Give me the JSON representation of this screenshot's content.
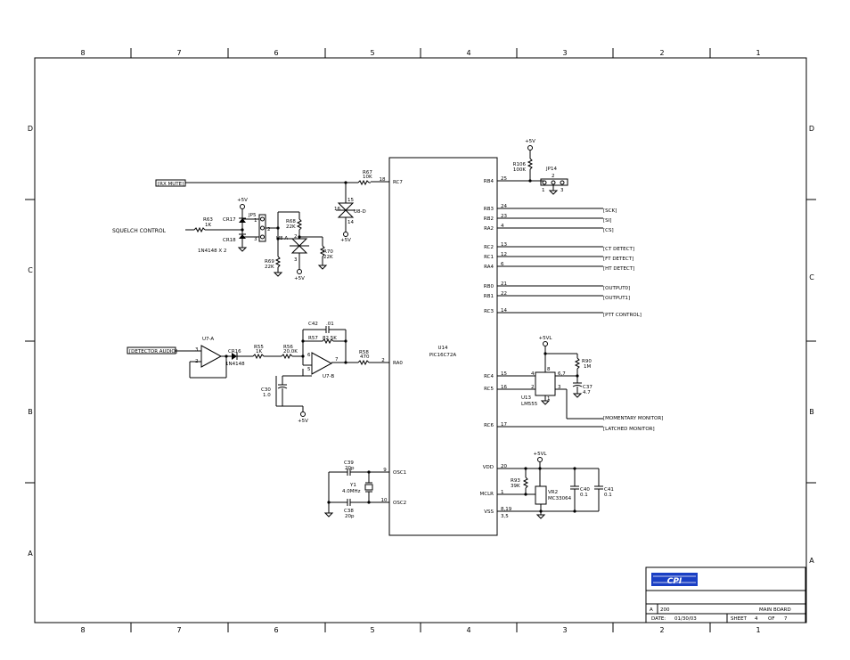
{
  "border": {
    "top_cols": [
      "8",
      "7",
      "6",
      "5",
      "4",
      "3",
      "2",
      "1"
    ],
    "bottom_cols": [
      "8",
      "7",
      "6",
      "5",
      "4",
      "3",
      "2",
      "1"
    ],
    "left_rows": [
      "D",
      "C",
      "B",
      "A"
    ],
    "right_rows": [
      "D",
      "C",
      "B",
      "A"
    ]
  },
  "ic": {
    "ref": "U14",
    "part": "PIC16C72A",
    "left_pins": [
      {
        "num": "18",
        "name": "RC7"
      },
      {
        "num": "2",
        "name": "RA0"
      },
      {
        "num": "9",
        "name": "OSC1"
      },
      {
        "num": "10",
        "name": "OSC2"
      }
    ],
    "right_pins": [
      {
        "num": "25",
        "name": "RB4"
      },
      {
        "num": "24",
        "name": "RB3"
      },
      {
        "num": "23",
        "name": "RB2"
      },
      {
        "num": "4",
        "name": "RA2"
      },
      {
        "num": "13",
        "name": "RC2"
      },
      {
        "num": "12",
        "name": "RC1"
      },
      {
        "num": "6",
        "name": "RA4"
      },
      {
        "num": "21",
        "name": "RB0"
      },
      {
        "num": "22",
        "name": "RB1"
      },
      {
        "num": "14",
        "name": "RC3"
      },
      {
        "num": "15",
        "name": "RC4"
      },
      {
        "num": "16",
        "name": "RC5"
      },
      {
        "num": "17",
        "name": "RC6"
      },
      {
        "num": "20",
        "name": "VDD"
      },
      {
        "num": "1",
        "name": "MCLR"
      },
      {
        "num": "8,19",
        "name": "VSS"
      }
    ],
    "vss_extra": "3,5"
  },
  "nets": {
    "rx_mute": "[RX MUTE]",
    "sck": "[SCK]",
    "si": "[SI]",
    "cs": "[CS]",
    "ct_detect": "[CT DETECT]",
    "ft_detect": "[FT DETECT]",
    "ht_detect": "[HT DETECT]",
    "output0": "[OUTPUT0]",
    "output1": "[OUTPUT1]",
    "ptt_control": "[PTT CONTROL]",
    "momentary": "[MOMENTARY MONITOR]",
    "latched": "[LATCHED MONITOR]",
    "detector_audio": "[DETECTOR AUDIO]",
    "squelch": "SQUELCH CONTROL"
  },
  "parts": {
    "r67": {
      "ref": "R67",
      "val": "10K"
    },
    "u8d": {
      "ref": "U8-D",
      "pin_a": "15",
      "pin_b": "16",
      "pin_c": "14"
    },
    "plus5v": "+5V",
    "plus5vl": "+5VL",
    "r63": {
      "ref": "R63",
      "val": "1K"
    },
    "cr17": "CR17",
    "cr18": "CR18",
    "diode_note": "1N4148 X 2",
    "jp5": {
      "ref": "JP5",
      "p1": "1",
      "p2": "2",
      "p3": "3"
    },
    "r68": {
      "ref": "R68",
      "val": "22K"
    },
    "u8a": {
      "ref": "U8-A",
      "p2": "2",
      "p3": "3"
    },
    "r70": {
      "ref": "R70",
      "val": "22K"
    },
    "r69": {
      "ref": "R69",
      "val": "22K"
    },
    "r106": {
      "ref": "R106",
      "val": "100K"
    },
    "jp14": {
      "ref": "JP14",
      "p1": "1",
      "p2": "2",
      "p3": "3"
    },
    "c42": {
      "ref": "C42",
      "val": ".01"
    },
    "r57": {
      "ref": "R57",
      "val": "82.5K"
    },
    "u7a": {
      "ref": "U7-A",
      "p2": "2",
      "p3": "3"
    },
    "cr16": {
      "ref": "CR16",
      "val": "1N4148"
    },
    "r55": {
      "ref": "R55",
      "val": "1K"
    },
    "r56": {
      "ref": "R56",
      "val": "20.0K"
    },
    "u7b": {
      "ref": "U7-B",
      "p5": "5",
      "p6": "6",
      "p7": "7"
    },
    "r58": {
      "ref": "R58",
      "val": "470"
    },
    "c30": {
      "ref": "C30",
      "val": "1.0"
    },
    "r90": {
      "ref": "R90",
      "val": "1M"
    },
    "u13": {
      "ref": "U13",
      "val": "LM555",
      "p2": "2",
      "p3": "3",
      "p4": "4",
      "p6": "6,7",
      "p8": "8",
      "p1": "1"
    },
    "c37": {
      "ref": "C37",
      "val": "4.7"
    },
    "c39": {
      "ref": "C39",
      "val": "20p"
    },
    "c38": {
      "ref": "C38",
      "val": "20p"
    },
    "y1": {
      "ref": "Y1",
      "val": "4.0MHz"
    },
    "r93": {
      "ref": "R93",
      "val": "39K"
    },
    "vr2": {
      "ref": "VR2",
      "val": "MC33064"
    },
    "c40": {
      "ref": "C40",
      "val": "0.1"
    },
    "c41": {
      "ref": "C41",
      "val": "0.1"
    }
  },
  "title_block": {
    "logo_text": "CPI",
    "size": "A",
    "number": "200",
    "title": "MAIN BOARD",
    "date_label": "DATE:",
    "date": "01/30/03",
    "sheet_label": "SHEET",
    "sheet": "4",
    "of_label": "OF",
    "of": "7"
  }
}
